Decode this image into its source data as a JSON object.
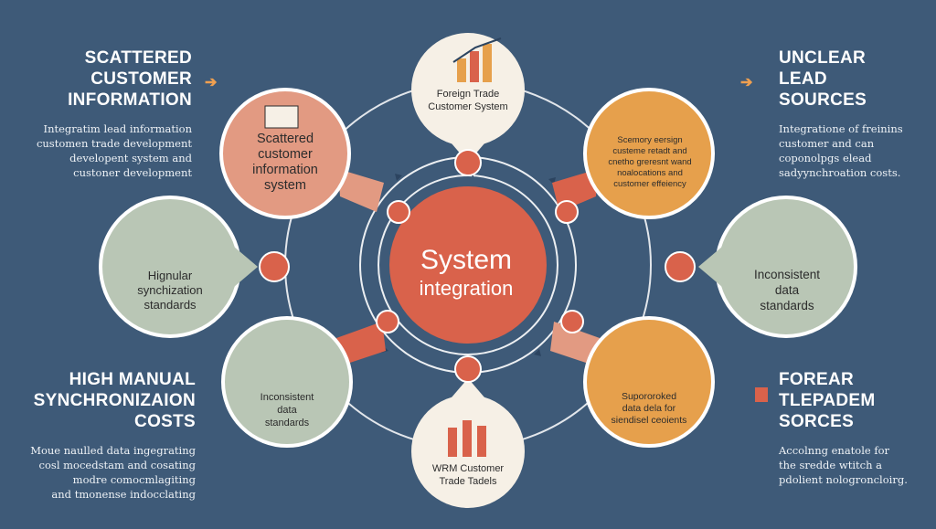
{
  "center": {
    "title": "System",
    "subtitle": "integration"
  },
  "nodes": {
    "top": {
      "label": "Foreign Trade\nCustomer System",
      "icon": "bar-chart-icon"
    },
    "top_left": {
      "label": "Scattered\ncustomer\ninformation\nsystem",
      "icon": "document-icon"
    },
    "top_right": {
      "label": "Scemory eersign\ncusteme retadt and\ncnetho greresnt wand\nnoalocations and\ncustomer effeiency",
      "icon": "people-icon"
    },
    "mid_left": {
      "label": "Hignular\nsynchization\nstandards",
      "icon": "network-icon"
    },
    "mid_right": {
      "label": "Inconsistent\ndata\nstandards",
      "icon": "connection-icon"
    },
    "bottom_left": {
      "label": "Inconsistent\ndata\nstandards",
      "icon": "browser-icon"
    },
    "bottom_right": {
      "label": "Supororoked\ndata dela for\nsiendisel ceoients",
      "icon": "chat-document-icon"
    },
    "bottom": {
      "label": "WRM Customer\nTrade Tadels",
      "icon": "bar-chart-icon"
    }
  },
  "side_text": {
    "top_left": {
      "title": "SCATTERED\nCUSTOMER\nINFORMATION",
      "body": "Integratim lead information\ncustomen trade development\ndevelopent system and\ncustoner development"
    },
    "top_right": {
      "title": "UNCLEAR\nLEAD\nSOURCES",
      "body": "Integratione of freinins\ncustomer and can\ncoponolpgs elead\nsadyynchroation costs."
    },
    "bottom_left": {
      "title": "HIGH MANUAL\nSYNCHRONIZAION\nCOSTS",
      "body": "Moue naulled data ingegrating\ncosl mocedstam and cosating\nmodre comocmlagiting\nand tmonense indocclating"
    },
    "bottom_right": {
      "title": "FOREAR\nTLEPADEM\nSORCES",
      "body": "Accolnng enatole for\nthe sredde wtitch a\npdolient nologroncloirg."
    }
  },
  "colors": {
    "background": "#3e5a78",
    "coral": "#d9624b",
    "salmon": "#e29a82",
    "sage": "#b9c6b5",
    "orange": "#e6a04c",
    "cream": "#f6f0e6",
    "arrow_accent": "#f0a050"
  }
}
